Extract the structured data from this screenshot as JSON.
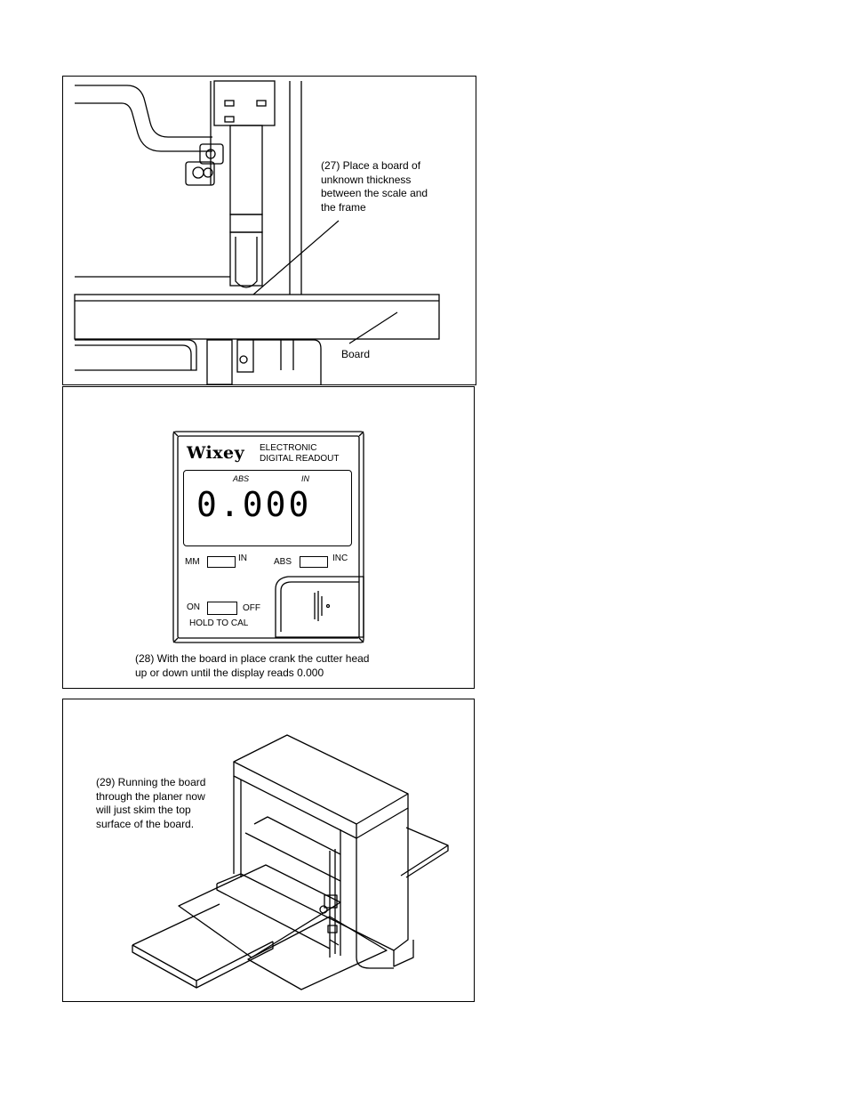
{
  "panel_1": {
    "caption_lines": [
      "(27) Place a board of",
      "unknown thickness",
      "between the scale and",
      "the frame"
    ],
    "board_label": "Board"
  },
  "panel_2": {
    "brand": "Wixey",
    "title_lines": [
      "ELECTRONIC",
      "DIGITAL READOUT"
    ],
    "indicator_abs": "ABS",
    "indicator_in": "IN",
    "display_value": "0.000",
    "button_mm": "MM",
    "button_in": "IN",
    "button_abs": "ABS",
    "button_inc": "INC",
    "button_on": "ON",
    "button_off": "OFF",
    "hold_to_cal": "HOLD TO CAL",
    "caption_lines": [
      "(28) With the board in place crank the cutter head",
      "up or down until the display reads 0.000"
    ]
  },
  "panel_3": {
    "caption_lines": [
      "(29) Running the board",
      "through the planer now",
      "will just skim the top",
      "surface of the board."
    ]
  }
}
